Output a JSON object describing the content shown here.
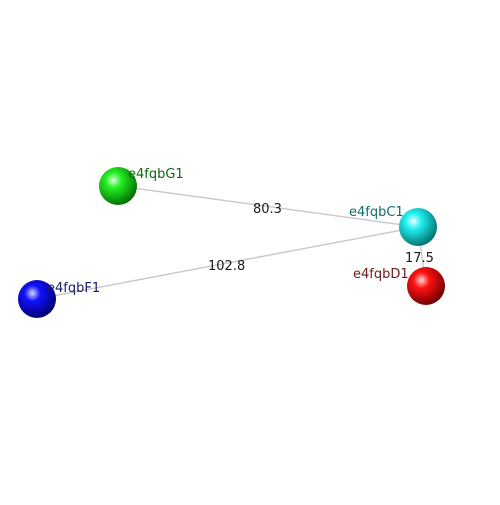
{
  "atoms": [
    {
      "id": "G1",
      "label": "e4fqbG1",
      "color": "#00dd00",
      "label_color": "#116611"
    },
    {
      "id": "C1",
      "label": "e4fqbC1",
      "color": "#00e6e6",
      "label_color": "#116a6a"
    },
    {
      "id": "D1",
      "label": "e4fqbD1",
      "color": "#ee0000",
      "label_color": "#6a1a1a"
    },
    {
      "id": "F1",
      "label": "e4fqbF1",
      "color": "#0000ee",
      "label_color": "#1a1a6a"
    }
  ],
  "distances": [
    {
      "from": "G1",
      "to": "C1",
      "value": "80.3"
    },
    {
      "from": "F1",
      "to": "C1",
      "value": "102.8"
    },
    {
      "from": "C1",
      "to": "D1",
      "value": "17.5"
    }
  ]
}
